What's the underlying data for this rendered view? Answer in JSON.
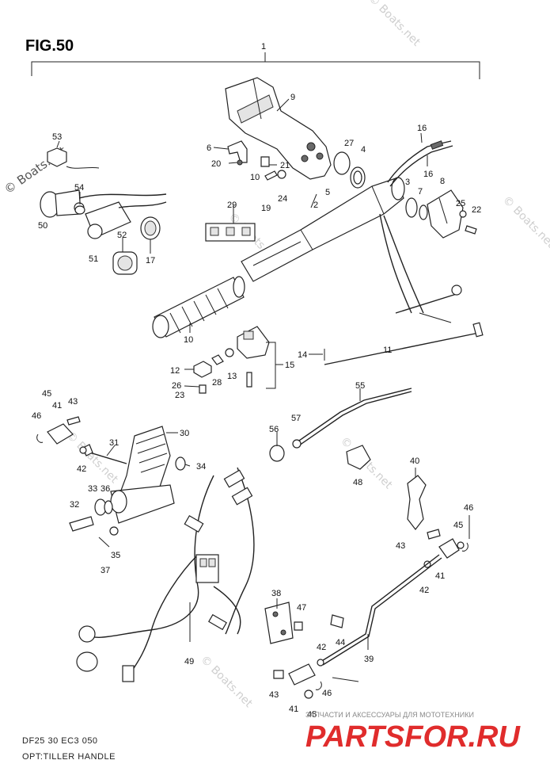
{
  "title": "FIG.50",
  "footer": {
    "code": "DF25 30 EC3 050",
    "caption": "OPT:TILLER HANDLE"
  },
  "watermark": "© Boats.net",
  "promo": {
    "tagline": "ЗАПЧАСТИ И АКСЕССУАРЫ ДЛЯ МОТОТЕХНИКИ",
    "brand": "PARTSFOR.RU"
  },
  "callouts": [
    {
      "id": "c1",
      "text": "1"
    },
    {
      "id": "c9",
      "text": "9"
    },
    {
      "id": "c6",
      "text": "6"
    },
    {
      "id": "c20",
      "text": "20"
    },
    {
      "id": "c21",
      "text": "21"
    },
    {
      "id": "c10a",
      "text": "10"
    },
    {
      "id": "c19",
      "text": "19"
    },
    {
      "id": "c24",
      "text": "24"
    },
    {
      "id": "c27",
      "text": "27"
    },
    {
      "id": "c4",
      "text": "4"
    },
    {
      "id": "c5",
      "text": "5"
    },
    {
      "id": "c16a",
      "text": "16"
    },
    {
      "id": "c16b",
      "text": "16"
    },
    {
      "id": "c3",
      "text": "3"
    },
    {
      "id": "c7",
      "text": "7"
    },
    {
      "id": "c8",
      "text": "8"
    },
    {
      "id": "c25",
      "text": "25"
    },
    {
      "id": "c22",
      "text": "22"
    },
    {
      "id": "c2",
      "text": "2"
    },
    {
      "id": "c29",
      "text": "29"
    },
    {
      "id": "c53",
      "text": "53"
    },
    {
      "id": "c54",
      "text": "54"
    },
    {
      "id": "c50",
      "text": "50"
    },
    {
      "id": "c52",
      "text": "52"
    },
    {
      "id": "c17",
      "text": "17"
    },
    {
      "id": "c51",
      "text": "51"
    },
    {
      "id": "c10b",
      "text": "10"
    },
    {
      "id": "c14",
      "text": "14"
    },
    {
      "id": "c11",
      "text": "11"
    },
    {
      "id": "c12",
      "text": "12"
    },
    {
      "id": "c28",
      "text": "28"
    },
    {
      "id": "c13",
      "text": "13"
    },
    {
      "id": "c15",
      "text": "15"
    },
    {
      "id": "c26",
      "text": "26"
    },
    {
      "id": "c23",
      "text": "23"
    },
    {
      "id": "c55",
      "text": "55"
    },
    {
      "id": "c45a",
      "text": "45"
    },
    {
      "id": "c41a",
      "text": "41"
    },
    {
      "id": "c43a",
      "text": "43"
    },
    {
      "id": "c46a",
      "text": "46"
    },
    {
      "id": "c31",
      "text": "31"
    },
    {
      "id": "c30",
      "text": "30"
    },
    {
      "id": "c42a",
      "text": "42"
    },
    {
      "id": "c34",
      "text": "34"
    },
    {
      "id": "c57",
      "text": "57"
    },
    {
      "id": "c56",
      "text": "56"
    },
    {
      "id": "c48",
      "text": "48"
    },
    {
      "id": "c33",
      "text": "33"
    },
    {
      "id": "c36",
      "text": "36"
    },
    {
      "id": "c32",
      "text": "32"
    },
    {
      "id": "c35",
      "text": "35"
    },
    {
      "id": "c37",
      "text": "37"
    },
    {
      "id": "c40",
      "text": "40"
    },
    {
      "id": "c46b",
      "text": "46"
    },
    {
      "id": "c45b",
      "text": "45"
    },
    {
      "id": "c43b",
      "text": "43"
    },
    {
      "id": "c41b",
      "text": "41"
    },
    {
      "id": "c42b",
      "text": "42"
    },
    {
      "id": "c38",
      "text": "38"
    },
    {
      "id": "c47",
      "text": "47"
    },
    {
      "id": "c44",
      "text": "44"
    },
    {
      "id": "c42c",
      "text": "42"
    },
    {
      "id": "c39",
      "text": "39"
    },
    {
      "id": "c49",
      "text": "49"
    },
    {
      "id": "c43c",
      "text": "43"
    },
    {
      "id": "c41c",
      "text": "41"
    },
    {
      "id": "c46c",
      "text": "46"
    },
    {
      "id": "c45c",
      "text": "45"
    }
  ]
}
